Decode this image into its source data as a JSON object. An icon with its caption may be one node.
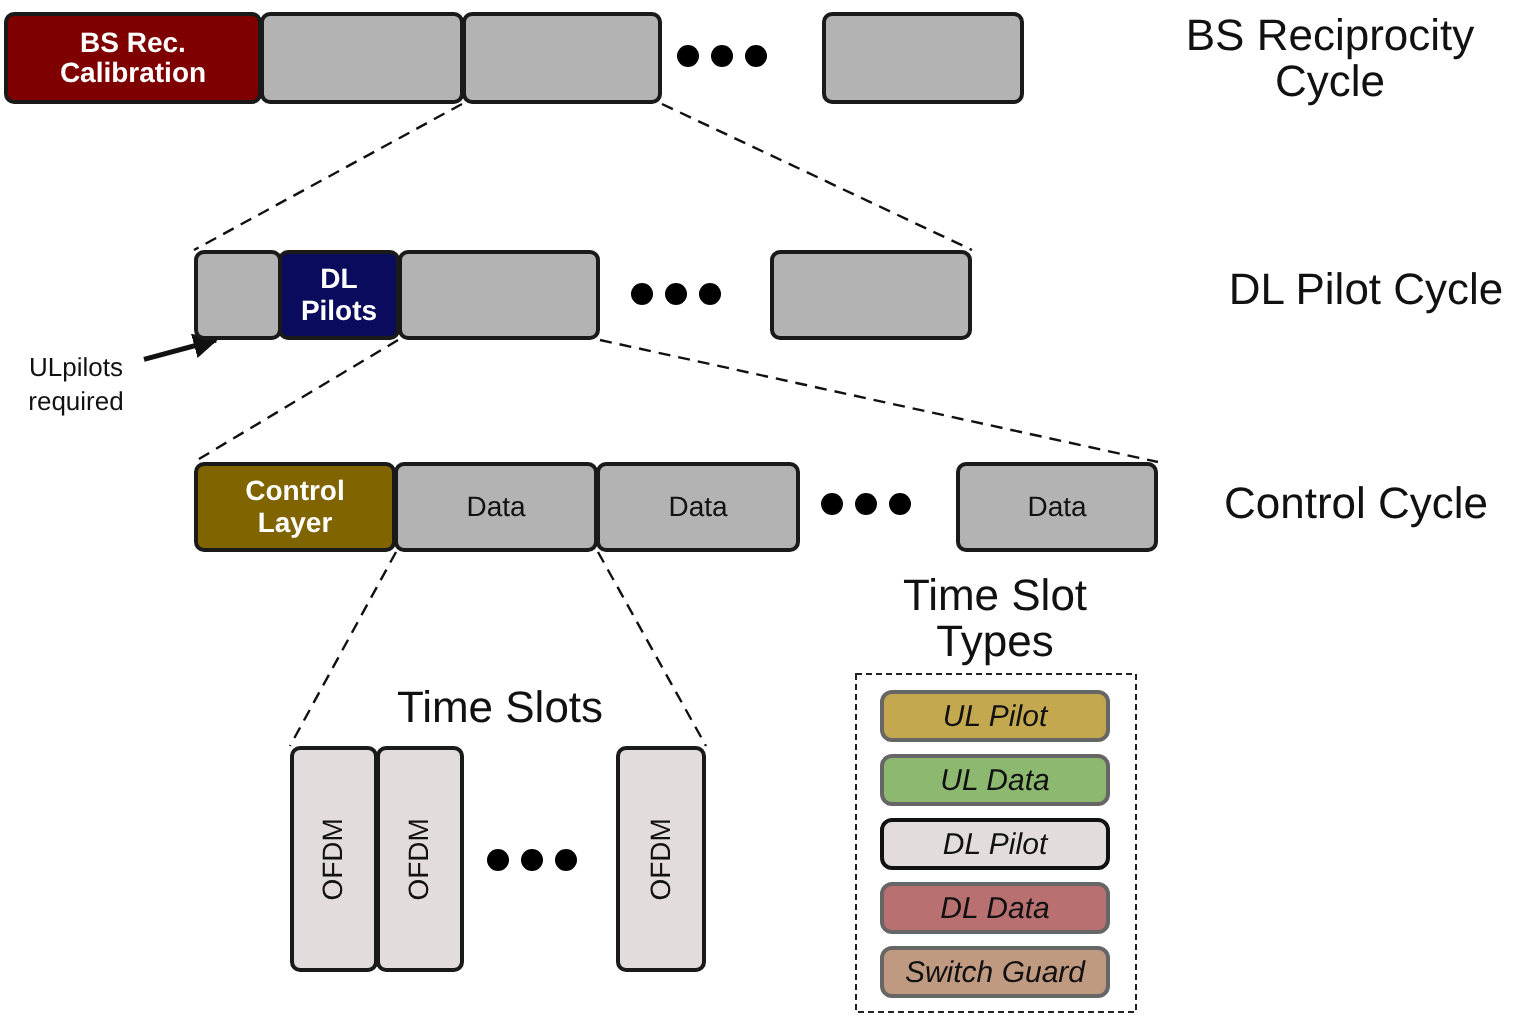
{
  "diagram": {
    "nodes": [
      {
        "text": [
          "BS Rec. Calibration"
        ]
      },
      {
        "text": [],
        "shape": "box"
      },
      {
        "text": [],
        "shape": "box"
      },
      {
        "text": [],
        "shape": "box"
      },
      {
        "text": [],
        "shape": "box"
      },
      {
        "text": [
          "DL Pilots"
        ]
      },
      {
        "text": [],
        "shape": "box"
      },
      {
        "text": [],
        "shape": "box"
      },
      {
        "text": [
          "ULpilots required"
        ]
      },
      {
        "text": [
          "Control Layer"
        ]
      },
      {
        "text": [
          "Data"
        ]
      },
      {
        "text": [
          "Data"
        ]
      },
      {
        "text": [
          "Data"
        ]
      },
      {
        "text": [
          "OFDM"
        ]
      },
      {
        "text": [
          "OFDM"
        ]
      },
      {
        "text": [
          "OFDM"
        ]
      }
    ],
    "edges": [
      {
        "from": 8,
        "to": 4,
        "arrow": "to"
      },
      {
        "from": 2,
        "to": 4,
        "arrow": "none",
        "style": "dashed"
      },
      {
        "from": 2,
        "to": 7,
        "arrow": "none",
        "style": "dashed"
      },
      {
        "from": 6,
        "to": 9,
        "arrow": "none",
        "style": "dashed"
      },
      {
        "from": 6,
        "to": 12,
        "arrow": "none",
        "style": "dashed"
      },
      {
        "from": 9,
        "to": 13,
        "arrow": "none",
        "style": "dashed"
      },
      {
        "from": 10,
        "to": 15,
        "arrow": "none",
        "style": "dashed"
      }
    ],
    "labels": [
      "BS Reciprocity Cycle",
      "DL Pilot Cycle",
      "Control Cycle",
      "Time Slots",
      "Time Slot Types"
    ],
    "legend": [
      {
        "text": "UL Pilot",
        "color": "#c4a84f"
      },
      {
        "text": "UL Data",
        "color": "#8cb870"
      },
      {
        "text": "DL Pilot",
        "color": "#e3dcdc"
      },
      {
        "text": "DL Data",
        "color": "#b87070"
      },
      {
        "text": "Switch Guard",
        "color": "#c09a80"
      }
    ]
  }
}
